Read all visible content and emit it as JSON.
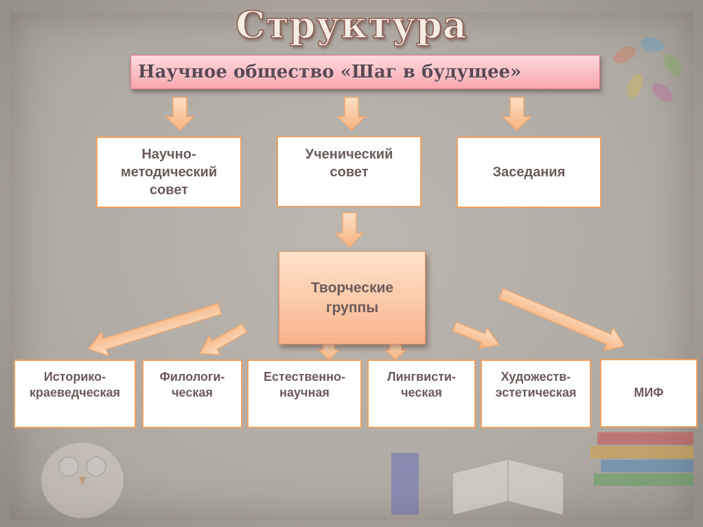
{
  "title": "Структура",
  "main": {
    "label": "Научное общество «Шаг в будущее»"
  },
  "level2": [
    {
      "label": "Научно-\nметодический\nсовет"
    },
    {
      "label": "Ученический\nсовет"
    },
    {
      "label": "Заседания"
    }
  ],
  "groups": {
    "label": "Творческие\nгруппы"
  },
  "level4": [
    {
      "label": "Историко-\nкраеведческая"
    },
    {
      "label": "Филологи-\nческая"
    },
    {
      "label": "Естественно-\nнаучная"
    },
    {
      "label": "Лингвисти-\nческая"
    },
    {
      "label": "Художеств-\nэстетическая"
    },
    {
      "label": "МИФ"
    }
  ],
  "colors": {
    "arrow_fill": "#f9c9a0",
    "arrow_stroke": "#f0a870",
    "box_border": "#f0a060",
    "text": "#6a5a5a"
  }
}
